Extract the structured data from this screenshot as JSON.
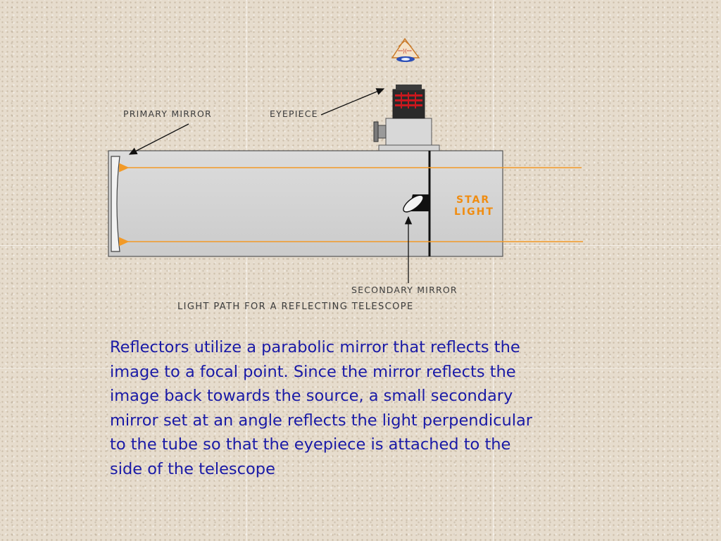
{
  "diagram": {
    "labels": {
      "primary_mirror": "PRIMARY MIRROR",
      "eyepiece": "EYEPIECE",
      "star": "STAR",
      "light": "LIGHT",
      "secondary_mirror": "SECONDARY MIRROR",
      "caption": "LIGHT PATH FOR A REFLECTING TELESCOPE"
    },
    "colors": {
      "tube": "#d2d2d2",
      "light_ray": "#f29a28",
      "label_text": "#3d3d3d",
      "star_light_text": "#f08c10",
      "eyepiece_lens": "#c8181e"
    },
    "icons": [
      "eye-icon",
      "arrow-icon",
      "mirror-icon",
      "eyepiece-icon"
    ]
  },
  "description": {
    "text": "Reflectors utilize a parabolic mirror that reflects the\nimage to a focal point. Since the mirror reflects the\nimage back towards the source, a small secondary\nmirror set at an angle reflects the light perpendicular\nto the tube so that the eyepiece is attached to the\nside of the telescope",
    "color": "#1a1aa6"
  }
}
